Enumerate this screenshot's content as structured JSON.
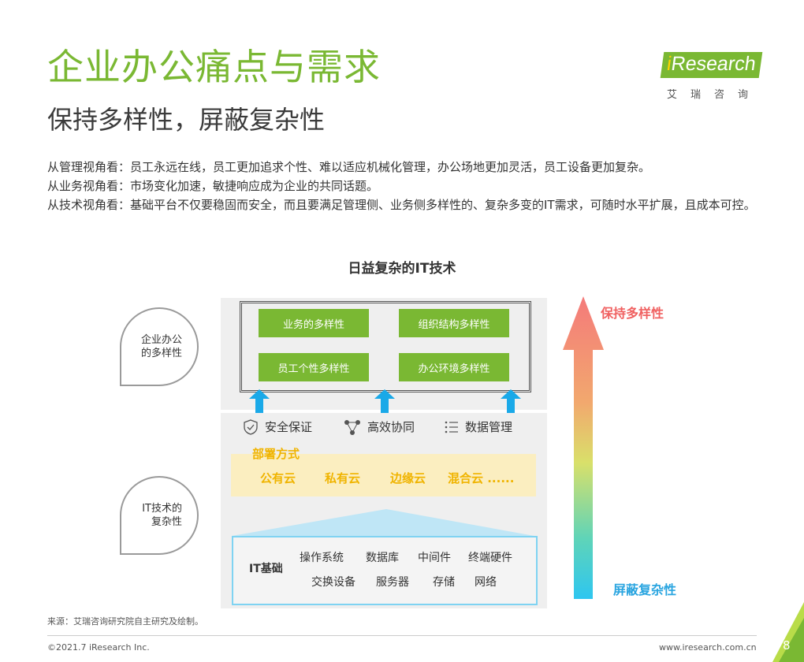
{
  "header": {
    "title": "企业办公痛点与需求",
    "subtitle": "保持多样性，屏蔽复杂性"
  },
  "logo": {
    "prefix": "i",
    "word": "Research",
    "cn": "艾瑞咨询"
  },
  "intro": [
    "从管理视角看：员工永远在线，员工更加追求个性、难以适应机械化管理，办公场地更加灵活，员工设备更加复杂。",
    "从业务视角看：市场变化加速，敏捷响应成为企业的共同话题。",
    "从技术视角看：基础平台不仅要稳固而安全，而且要满足管理侧、业务侧多样性的、复杂多变的IT需求，可随时水平扩展，且成本可控。"
  ],
  "diagram": {
    "title": "日益复杂的IT技术",
    "bubbles": {
      "top": "企业办公的多样性",
      "bottom": "IT技术的复杂性"
    },
    "diversity": [
      "业务的多样性",
      "组织结构多样性",
      "员工个性多样性",
      "办公环境多样性"
    ],
    "features": [
      "安全保证",
      "高效协同",
      "数据管理"
    ],
    "deployment": {
      "title": "部署方式",
      "items": [
        "公有云",
        "私有云",
        "边缘云",
        "混合云 ......"
      ]
    },
    "infrastructure": {
      "label": "IT基础",
      "row1": [
        "操作系统",
        "数据库",
        "中间件",
        "终端硬件"
      ],
      "row2": [
        "交换设备",
        "服务器",
        "存储",
        "网络"
      ]
    },
    "arrow": {
      "top_label": "保持多样性",
      "bottom_label": "屏蔽复杂性"
    },
    "colors": {
      "green": "#7ab833",
      "cyan_arrow": "#1aa9e8",
      "deploy_text": "#f0b400",
      "gradient_top": "#f47a7a",
      "gradient_bottom": "#2ec6f0"
    }
  },
  "footer": {
    "source": "来源：艾瑞咨询研究院自主研究及绘制。",
    "copyright": "©2021.7 iResearch Inc.",
    "site": "www.iresearch.com.cn",
    "page": "8"
  }
}
